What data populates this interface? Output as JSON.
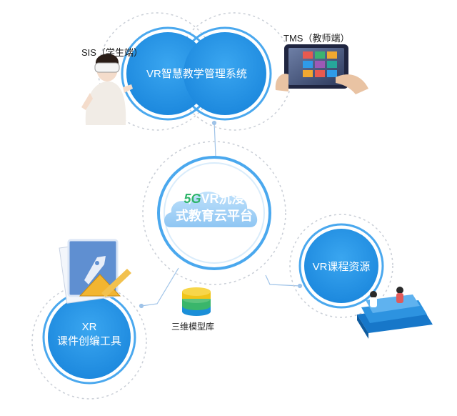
{
  "top_system": {
    "label": "VR智慧教学管理系统"
  },
  "sis": {
    "label": "SIS（学生端）"
  },
  "tms": {
    "label": "TMS（教师端）"
  },
  "center": {
    "badge": "5G",
    "line1": "VR沉浸",
    "line2": "式教育云平台"
  },
  "xr_tool": {
    "line1": "XR",
    "line2": "课件创编工具"
  },
  "vr_resources": {
    "label": "VR课程资源"
  },
  "model_library": {
    "label": "三维模型库"
  },
  "colors": {
    "primary_blue": "#1a8fe3",
    "ring_blue": "#4aa8ee",
    "dash_gray": "#c9ced6",
    "connector": "#9fc3e8",
    "cloud_blue": "#2f9be8"
  }
}
